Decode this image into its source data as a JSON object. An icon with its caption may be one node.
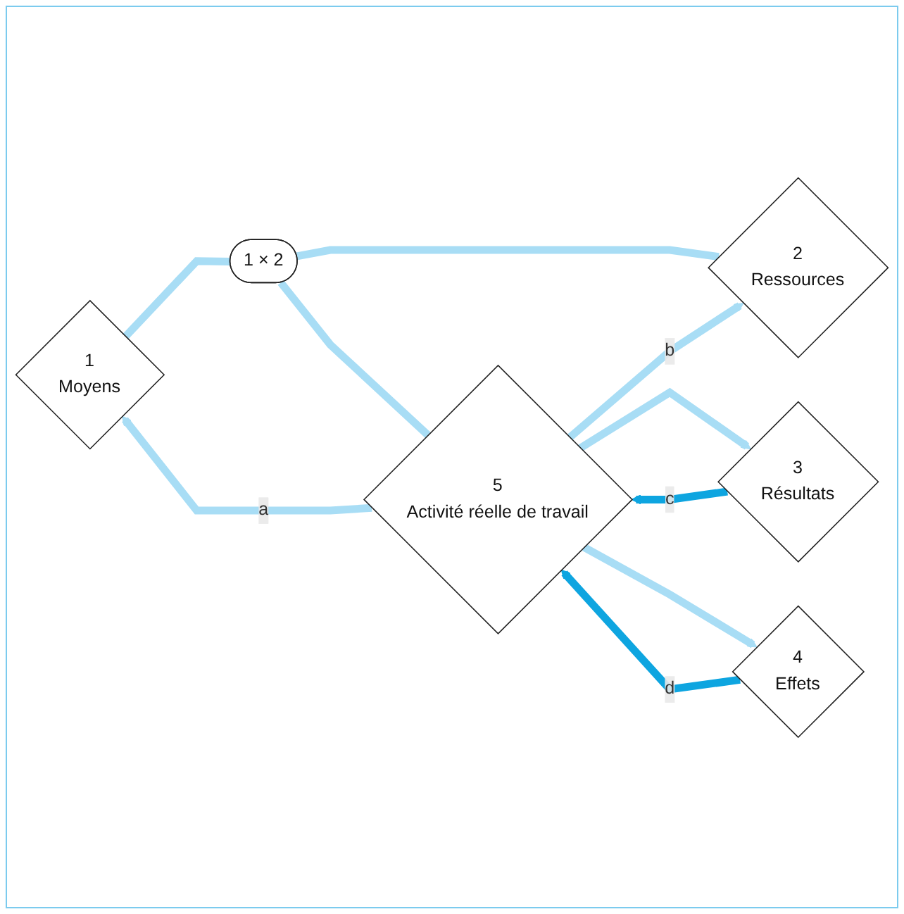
{
  "diagram": {
    "nodes": [
      {
        "text": [
          "1",
          "Moyens"
        ]
      },
      {
        "text": [
          "3",
          "Résultats"
        ]
      },
      {
        "text": [
          "5",
          "Activité réelle de travail"
        ]
      },
      {
        "text": [
          "1 × 2"
        ]
      },
      {
        "text": [
          "2",
          "Ressources"
        ]
      },
      {
        "text": [
          "4",
          "Effets"
        ]
      }
    ],
    "edges": [
      {
        "from": 0,
        "to": 3,
        "arrow": "none"
      },
      {
        "from": 3,
        "to": 4,
        "arrow": "none"
      },
      {
        "from": 3,
        "to": 2,
        "arrow": "none"
      },
      {
        "from": 2,
        "to": 0,
        "arrow": "to",
        "label": "a"
      },
      {
        "from": 2,
        "to": 4,
        "arrow": "to",
        "label": "b"
      },
      {
        "from": 1,
        "to": 2,
        "arrow": "to",
        "label": "c",
        "color": "#0ea5e0"
      },
      {
        "from": 5,
        "to": 2,
        "arrow": "to",
        "label": "d",
        "color": "#0ea5e0"
      },
      {
        "from": 2,
        "to": 1,
        "arrow": "to"
      },
      {
        "from": 2,
        "to": 5,
        "arrow": "to"
      }
    ]
  }
}
